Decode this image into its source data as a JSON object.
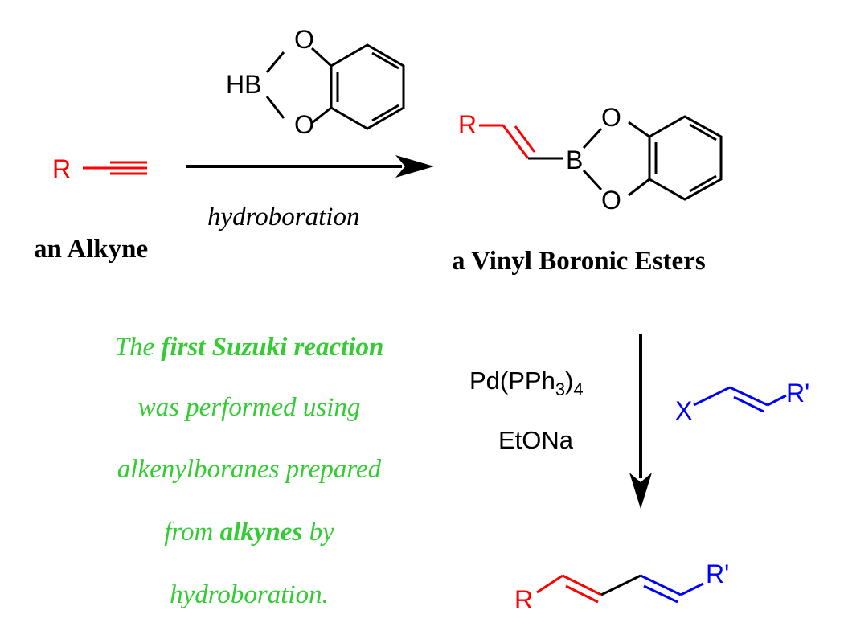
{
  "colors": {
    "reactant": "#ff0000",
    "partner": "#0000ff",
    "note": "#33cc33",
    "ink": "#000000"
  },
  "reagent_structure": {
    "hb": "HB",
    "o_top": "O",
    "o_bottom": "O"
  },
  "alkyne": {
    "r": "R",
    "label": "an Alkyne"
  },
  "step1": {
    "condition": "hydroboration"
  },
  "product1": {
    "r": "R",
    "b": "B",
    "o_top": "O",
    "o_bottom": "O",
    "label": "a Vinyl Boronic Esters"
  },
  "step2": {
    "catalyst_main": "Pd(PPh",
    "catalyst_sub3": "3",
    "catalyst_close": ")",
    "catalyst_sub4": "4",
    "base": "EtONa"
  },
  "partner": {
    "x": "X",
    "r_prime": "R'"
  },
  "final_product": {
    "r": "R",
    "r_prime": "R'"
  },
  "note": {
    "line1_pre": "The ",
    "line1_bold": "first Suzuki reaction",
    "line2": "was performed using",
    "line3": "alkenylboranes prepared",
    "line4_pre": "from ",
    "line4_bold": "alkynes",
    "line4_post": " by",
    "line5": "hydroboration."
  }
}
